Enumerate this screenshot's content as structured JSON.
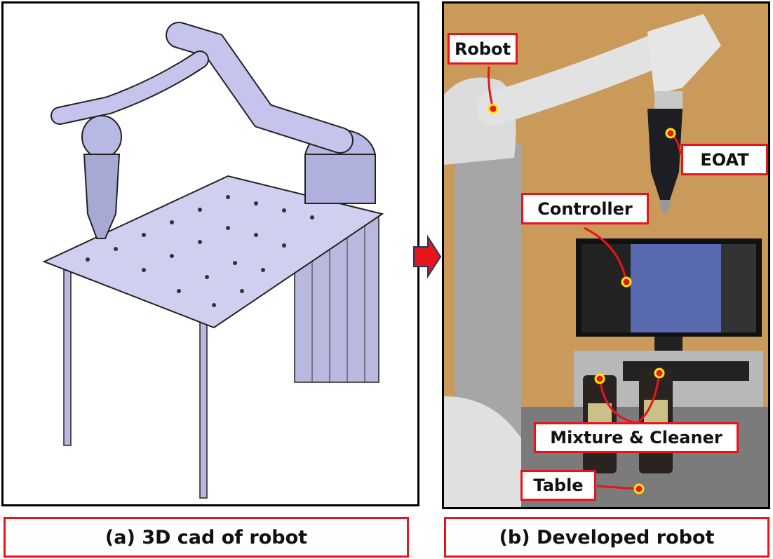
{
  "panel_a": {
    "caption": "(a) 3D cad of robot"
  },
  "panel_b": {
    "caption": "(b) Developed robot",
    "labels": {
      "robot": "Robot",
      "eoat": "EOAT",
      "controller": "Controller",
      "mixture": "Mixture & Cleaner",
      "table": "Table"
    }
  },
  "colors": {
    "accent": "#e8141b",
    "marker": "#ffe600",
    "background": "#c99a5a",
    "cad": "#c8c8ec"
  }
}
